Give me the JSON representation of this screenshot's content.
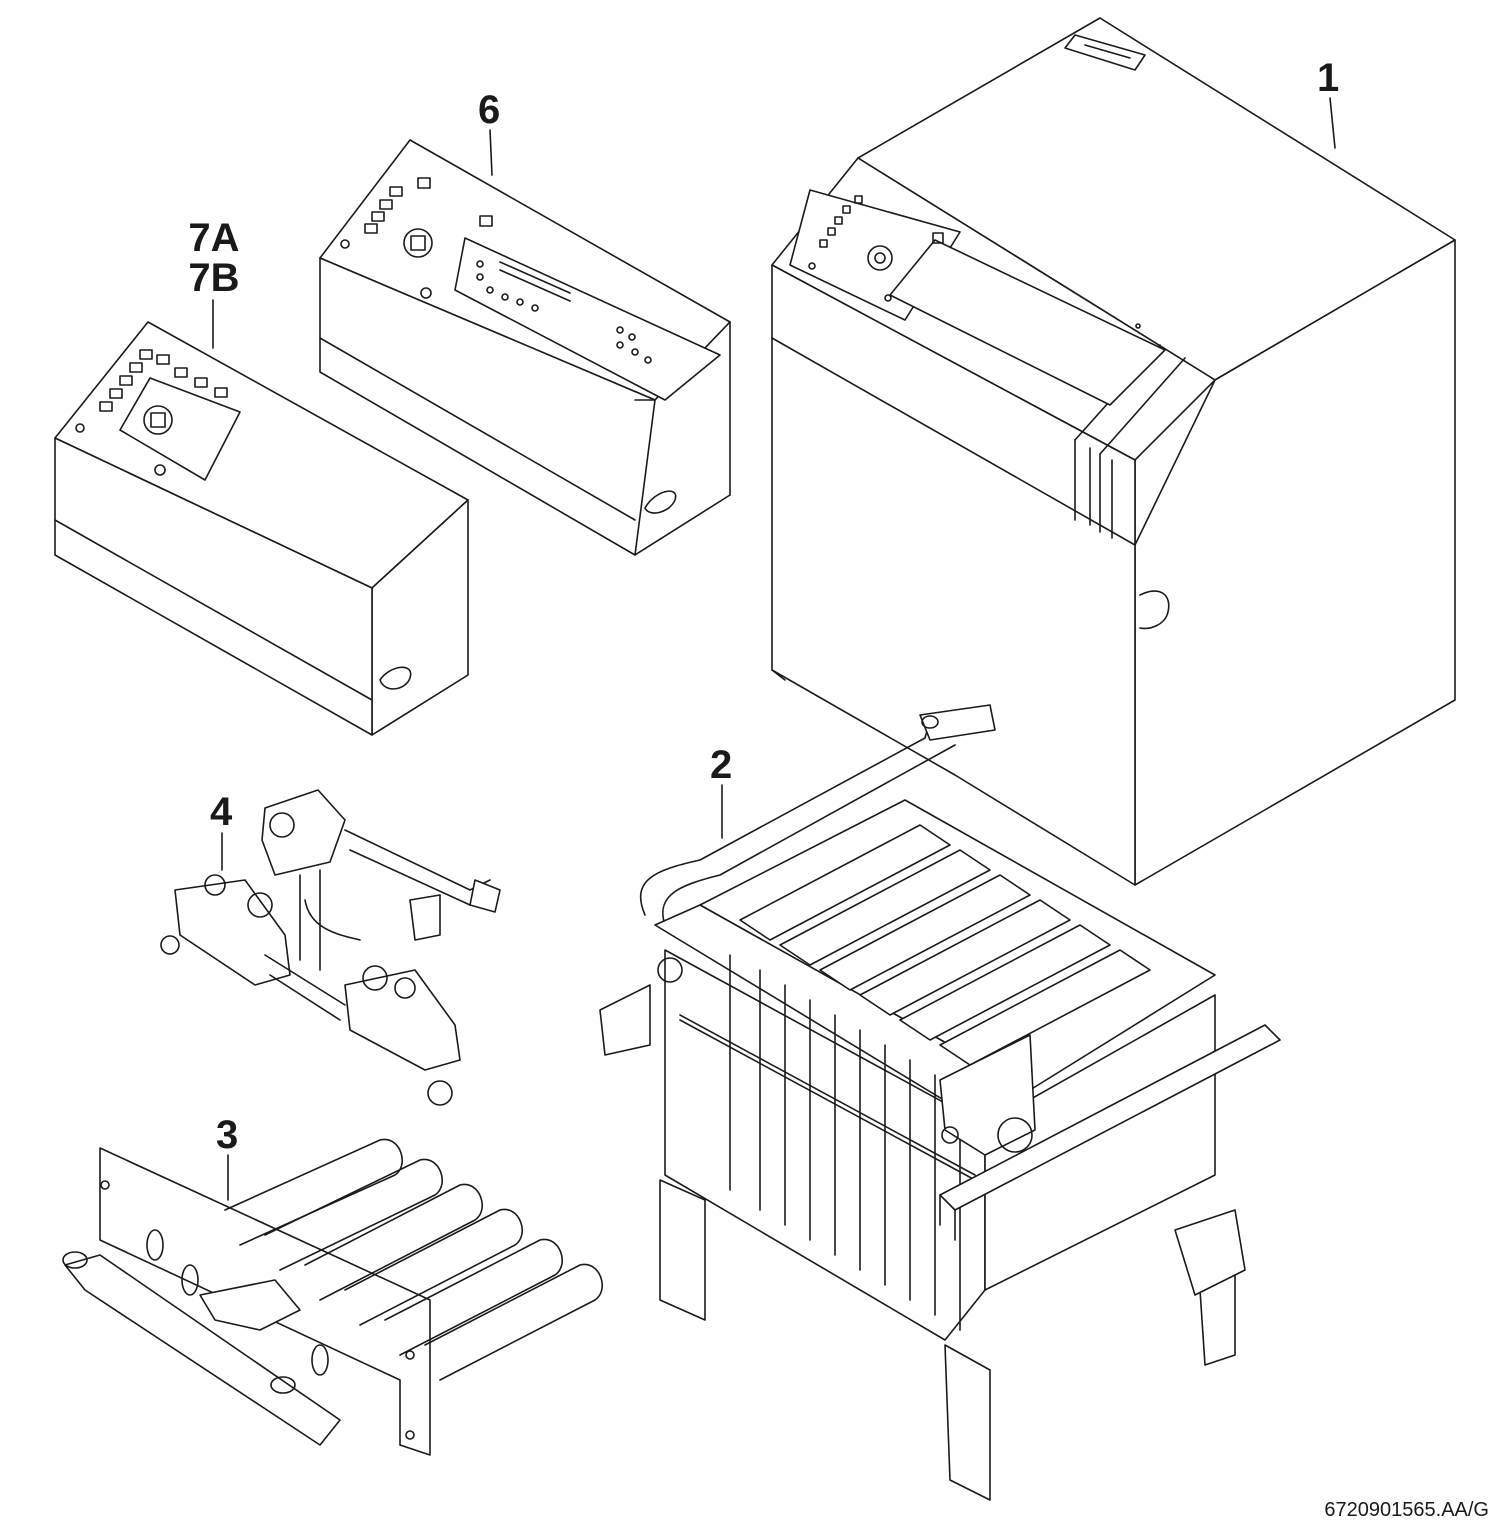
{
  "callouts": {
    "part1": "1",
    "part2": "2",
    "part3": "3",
    "part4": "4",
    "part6": "6",
    "part7a": "7A",
    "part7b": "7B"
  },
  "figure_code": "6720901565.AA/G",
  "colors": {
    "line": "#1a1a1a",
    "fill": "#ffffff",
    "shade": "#f4f4f4"
  }
}
